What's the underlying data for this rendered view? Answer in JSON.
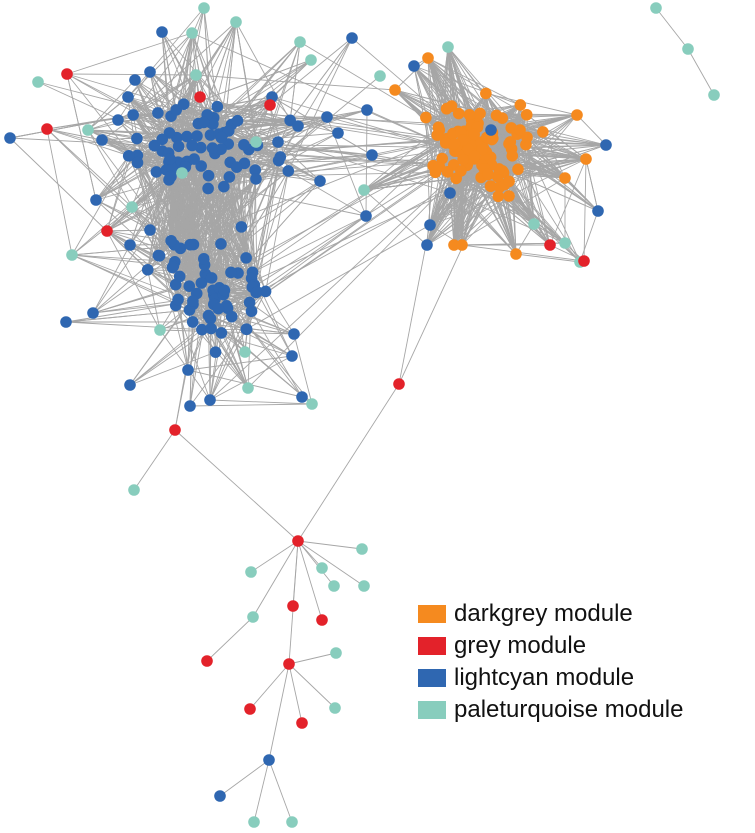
{
  "colors": {
    "darkgrey": "#f58a1f",
    "grey": "#e3222a",
    "lightcyan": "#2f67b1",
    "paleturquoise": "#88cdbd",
    "edge": "#a6a6a6"
  },
  "legend": {
    "items": [
      {
        "label": "darkgrey module",
        "color": "#f58a1f"
      },
      {
        "label": "grey module",
        "color": "#e3222a"
      },
      {
        "label": "lightcyan module",
        "color": "#2f67b1"
      },
      {
        "label": "paleturquoise module",
        "color": "#88cdbd"
      }
    ]
  }
}
